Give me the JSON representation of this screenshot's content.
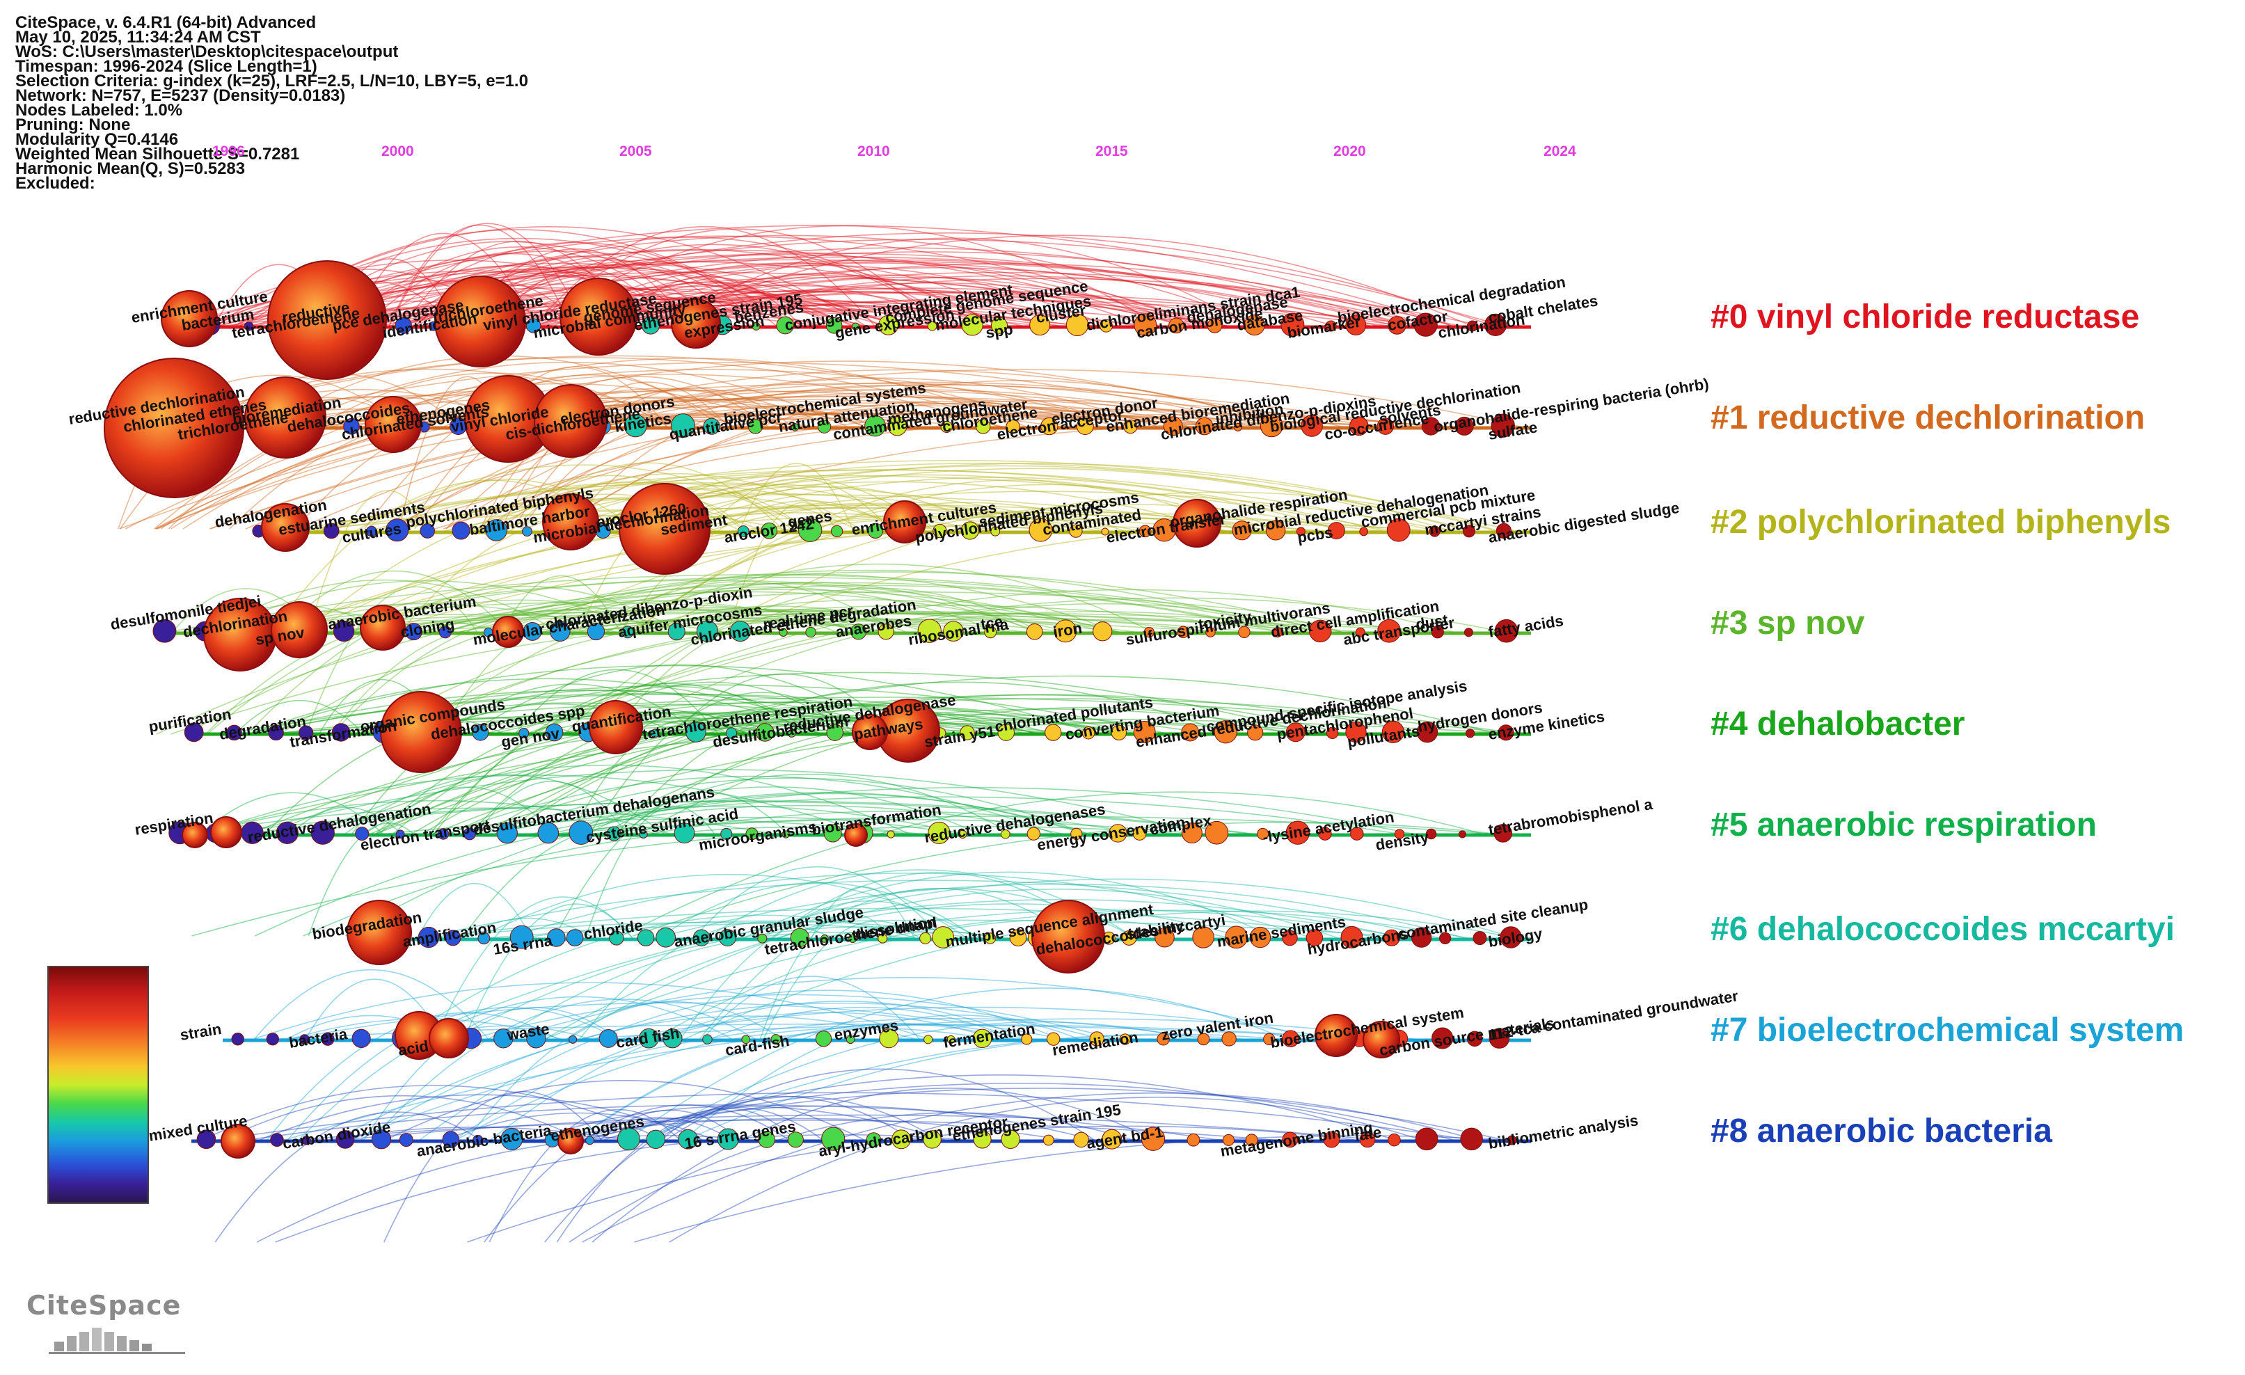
{
  "info": [
    "CiteSpace, v. 6.4.R1 (64-bit) Advanced",
    "May 10, 2025, 11:34:24 AM CST",
    "WoS: C:\\Users\\master\\Desktop\\citespace\\output",
    "Timespan: 1996-2024 (Slice Length=1)",
    "Selection Criteria: g-index (k=25), LRF=2.5, L/N=10, LBY=5, e=1.0",
    "Network: N=757, E=5237 (Density=0.0183)",
    "Nodes Labeled: 1.0%",
    "Pruning: None",
    "Modularity Q=0.4146",
    "Weighted Mean Silhouette S=0.7281",
    "Harmonic Mean(Q, S)=0.5283",
    "Excluded:"
  ],
  "years": [
    "1996",
    "2000",
    "2005",
    "2010",
    "2015",
    "2020",
    "2024"
  ],
  "clusters": [
    {
      "label": "#0 vinyl chloride reductase",
      "color": "#e0141e",
      "terms": [
        "enrichment culture",
        "bacterium",
        "tetrachloroethene",
        "reductive",
        "pce dehalogenase",
        "identification",
        "trichloroethene",
        "vinyl chloride reductase",
        "microbial community",
        "genome sequence",
        "ethenogenes strain 195",
        "expression",
        "benzenes",
        "conjugative integrating element",
        "gene expression",
        "complete genome sequence",
        "molecular techniques",
        "spp",
        "cluster",
        "dichloroeliminans strain dca1",
        "carbon monoxide",
        "dehalogenase",
        "database",
        "biomarker",
        "bioelectrochemical degradation",
        "cofactor",
        "chlorination",
        "cobalt chelates"
      ]
    },
    {
      "label": "#1 reductive dechlorination",
      "color": "#d2691e",
      "terms": [
        "reductive dechlorination",
        "chlorinated ethenes",
        "trichloroethene",
        "bioremediation",
        "dehalococcoides",
        "chlorinated solvents",
        "ethenogenes",
        "vinyl chloride",
        "cis-dichloroethene",
        "electron donors",
        "kinetics",
        "quantitative pcr",
        "bioelectrochemical systems",
        "natural attenuation",
        "contaminated groundwater",
        "methanogens",
        "chloroethene",
        "electron acceptor",
        "electron donor",
        "enhanced bioremediation",
        "chlorinated dibenzo-p-dioxins",
        "inhibition",
        "biological reductive dechlorination",
        "co-occurrence",
        "solvents",
        "organohalide-respiring bacteria (ohrb)",
        "sulfate"
      ]
    },
    {
      "label": "#2 polychlorinated biphenyls",
      "color": "#b3b31a",
      "terms": [
        "dehalogenation",
        "estuarine sediments",
        "cultures",
        "polychlorinated biphenyls",
        "baltimore harbor",
        "microbial dechlorination",
        "aroclor 1260",
        "sediment",
        "aroclor 1242",
        "genes",
        "enrichment cultures",
        "polychlorinated biphenyls",
        "sediment microcosms",
        "contaminated",
        "electron transfer",
        "organohalide respiration",
        "microbial reductive dehalogenation",
        "pcbs",
        "commercial pcb mixture",
        "mccartyi strains",
        "anaerobic digested sludge"
      ]
    },
    {
      "label": "#3 sp nov",
      "color": "#5ab52a",
      "terms": [
        "desulfomonile tiedjei",
        "dechlorination",
        "sp nov",
        "anaerobic bacterium",
        "cloning",
        "molecular characterization",
        "chlorinated dibenzo-p-dioxin",
        "aquifer microcosms",
        "chlorinated ethene degradation",
        "real time pcr",
        "anaerobes",
        "ribosomal rna",
        "tce",
        "iron",
        "sulfurospirillum multivorans",
        "toxicity",
        "direct cell amplification",
        "abc transporter",
        "dust",
        "fatty acids"
      ]
    },
    {
      "label": "#4 dehalobacter",
      "color": "#1aa61a",
      "terms": [
        "purification",
        "degradation",
        "transformation",
        "organic compounds",
        "dehalococcoides spp",
        "gen nov",
        "quantification",
        "tetrachloroethene respiration",
        "desulfitobacterium",
        "reductive dehalogenase",
        "pathways",
        "strain y51",
        "chlorinated pollutants",
        "converting bacterium",
        "enhanced reductive dechlorination",
        "compound-specific isotope analysis",
        "pentachlorophenol",
        "pollutants",
        "hydrogen donors",
        "enzyme kinetics"
      ]
    },
    {
      "label": "#5 anaerobic respiration",
      "color": "#10b04a",
      "terms": [
        "respiration",
        "reductive dehalogenation",
        "electron transport",
        "desulfitobacterium dehalogenans",
        "cysteine sulfinic acid",
        "microorganisms",
        "biotransformation",
        "reductive dehalogenases",
        "energy conservation",
        "complex",
        "-lysine acetylation",
        "density",
        "tetrabromobisphenol a"
      ]
    },
    {
      "label": "#6 dehalococcoides mccartyi",
      "color": "#16b8a0",
      "terms": [
        "biodegradation",
        "amplification",
        "16s rrna",
        "chloride",
        "anaerobic granular sludge",
        "tetrachloroethene dnapl",
        "dissolution",
        "multiple sequence alignment",
        "dehalococcoides mccartyi",
        "stability",
        "marine sediments",
        "hydrocarbons",
        "contaminated site cleanup",
        "biology"
      ]
    },
    {
      "label": "#7 bioelectrochemical system",
      "color": "#1aa3d6",
      "terms": [
        "strain",
        "bacteria",
        "acid",
        "waste",
        "card fish",
        "card-fish",
        "enzymes",
        "fermentation",
        "remediation",
        "zero valent iron",
        "bioelectrochemical system",
        "carbon source materials",
        "112-tca contaminated groundwater"
      ]
    },
    {
      "label": "#8 anaerobic bacteria",
      "color": "#1a40b8",
      "terms": [
        "mixed culture",
        "carbon dioxide",
        "anaerobic-bacteria",
        "ethenogenes",
        "16 s rrna genes",
        "aryl-hydrocarbon receptor",
        "ethenogenes strain 195",
        "agent bd-1",
        "metagenome binning",
        "fate",
        "bibliometric analysis"
      ]
    }
  ],
  "logo": {
    "text": "CiteSpace"
  }
}
